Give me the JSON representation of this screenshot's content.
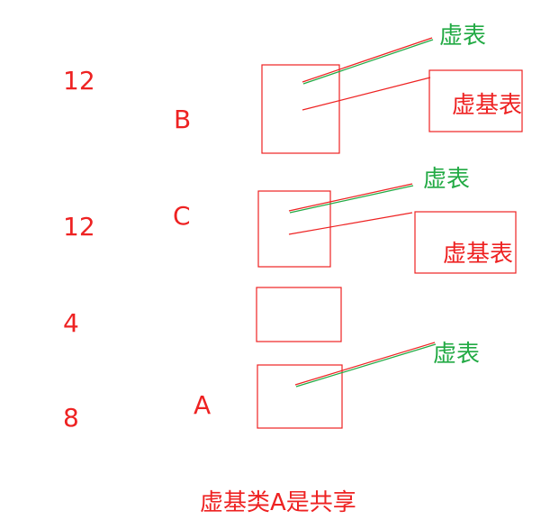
{
  "labels": {
    "sizes": [
      "12",
      "12",
      "4",
      "8"
    ],
    "classes": [
      "B",
      "C",
      "A"
    ],
    "vtable": "虚表",
    "vbtable": "虚基表",
    "caption": "虚基类A是共享"
  },
  "colors": {
    "red": "#ee2222",
    "green": "#22aa44"
  }
}
